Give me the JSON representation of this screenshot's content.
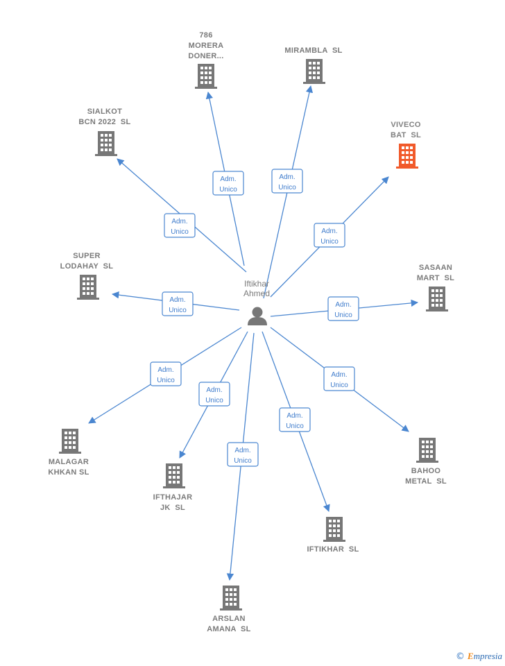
{
  "person": {
    "name_line1": "Iftikhar",
    "name_line2": "Ahmed",
    "icon": "person-icon"
  },
  "edge_label": {
    "line1": "Adm.",
    "line2": "Unico"
  },
  "colors": {
    "edge": "#4a86d0",
    "building": "#777777",
    "highlight": "#f15a2b",
    "text": "#7a7a7a"
  },
  "companies": [
    {
      "id": "786-morera-doner",
      "lines": [
        "786",
        "MORERA",
        "DONER..."
      ],
      "icon": "building-icon",
      "highlight": false
    },
    {
      "id": "mirambla-sl",
      "lines": [
        "MIRAMBLA  SL"
      ],
      "icon": "building-icon",
      "highlight": false
    },
    {
      "id": "viveco-bat-sl",
      "lines": [
        "VIVECO",
        "BAT  SL"
      ],
      "icon": "building-icon",
      "highlight": true
    },
    {
      "id": "sialkot-bcn-2022-sl",
      "lines": [
        "SIALKOT",
        "BCN 2022  SL"
      ],
      "icon": "building-icon",
      "highlight": false
    },
    {
      "id": "super-lodahay-sl",
      "lines": [
        "SUPER",
        "LODAHAY  SL"
      ],
      "icon": "building-icon",
      "highlight": false
    },
    {
      "id": "sasaan-mart-sl",
      "lines": [
        "SASAAN",
        "MART  SL"
      ],
      "icon": "building-icon",
      "highlight": false
    },
    {
      "id": "malagar-khkan-sl",
      "lines": [
        "MALAGAR",
        "KHKAN SL"
      ],
      "icon": "building-icon",
      "highlight": false
    },
    {
      "id": "ifthajar-jk-sl",
      "lines": [
        "IFTHAJAR",
        "JK  SL"
      ],
      "icon": "building-icon",
      "highlight": false
    },
    {
      "id": "arslan-amana-sl",
      "lines": [
        "ARSLAN",
        "AMANA  SL"
      ],
      "icon": "building-icon",
      "highlight": false
    },
    {
      "id": "iftikhar-sl",
      "lines": [
        "IFTIKHAR  SL"
      ],
      "icon": "building-icon",
      "highlight": false
    },
    {
      "id": "bahoo-metal-sl",
      "lines": [
        "BAHOO",
        "METAL  SL"
      ],
      "icon": "building-icon",
      "highlight": false
    }
  ],
  "footer": {
    "copyright": "©",
    "brand_initial": "E",
    "brand_rest": "mpresia"
  }
}
